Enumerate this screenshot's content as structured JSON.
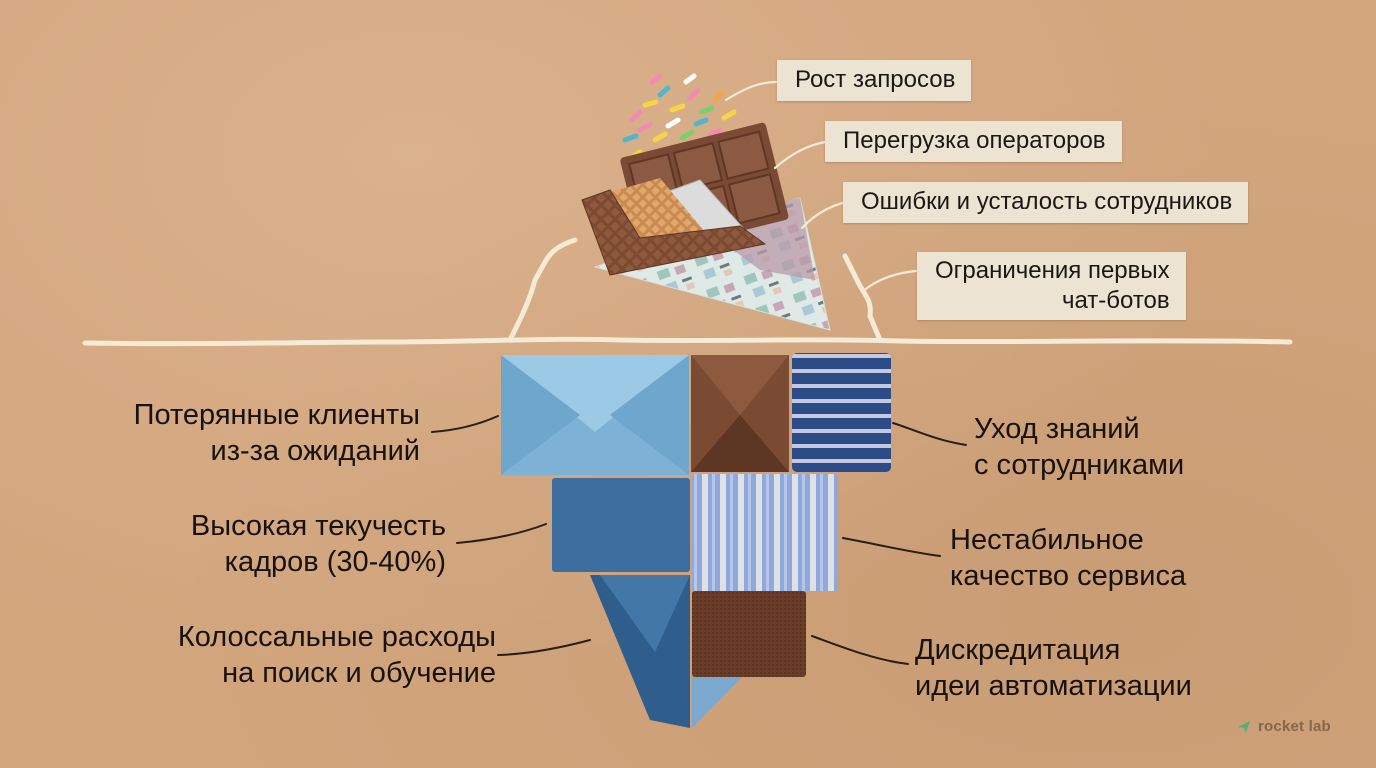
{
  "diagram": {
    "type": "iceberg",
    "background_color": "#d2a57d",
    "waterline_color": "#f4ead6",
    "above_water": {
      "description": "visible tip: chocolate bar, wafer and sprinkles on a patterned paper triangle",
      "items": [
        {
          "id": "requests_growth",
          "label": "Рост запросов"
        },
        {
          "id": "operator_overload",
          "label": "Перегрузка операторов"
        },
        {
          "id": "errors_fatigue",
          "label": "Ошибки и усталость сотрудников"
        },
        {
          "id": "chatbot_limits",
          "label_line1": "Ограничения первых",
          "label_line2": "чат-ботов"
        }
      ]
    },
    "below_water": {
      "description": "hidden part: stacked blue and brown paper/fabric boxes forming an inverted triangle",
      "left": [
        {
          "id": "lost_clients",
          "line1": "Потерянные клиенты",
          "line2": "из-за ожиданий"
        },
        {
          "id": "high_turnover",
          "line1": "Высокая текучесть",
          "line2": "кадров (30-40%)"
        },
        {
          "id": "huge_costs",
          "line1": "Колоссальные расходы",
          "line2": "на поиск и обучение"
        }
      ],
      "right": [
        {
          "id": "knowledge_loss",
          "line1": "Уход знаний",
          "line2": "с сотрудниками"
        },
        {
          "id": "unstable_quality",
          "line1": "Нестабильное",
          "line2": "качество сервиса"
        },
        {
          "id": "discredit_automation",
          "line1": "Дискредитация",
          "line2": "идеи автоматизации"
        }
      ]
    },
    "colors": {
      "light_blue": "#7fb3d5",
      "mid_blue": "#3f76a6",
      "dark_blue": "#2f5d8c",
      "navy_stripe": "#2b4c86",
      "brown": "#7a4a33",
      "dark_brown": "#5b3522",
      "chocolate": "#7b4a34",
      "tape": "#ece3d2"
    }
  },
  "brand": {
    "name": "rocket lab",
    "icon": "rocket-arrow-icon",
    "icon_color": "#4caf6a"
  }
}
